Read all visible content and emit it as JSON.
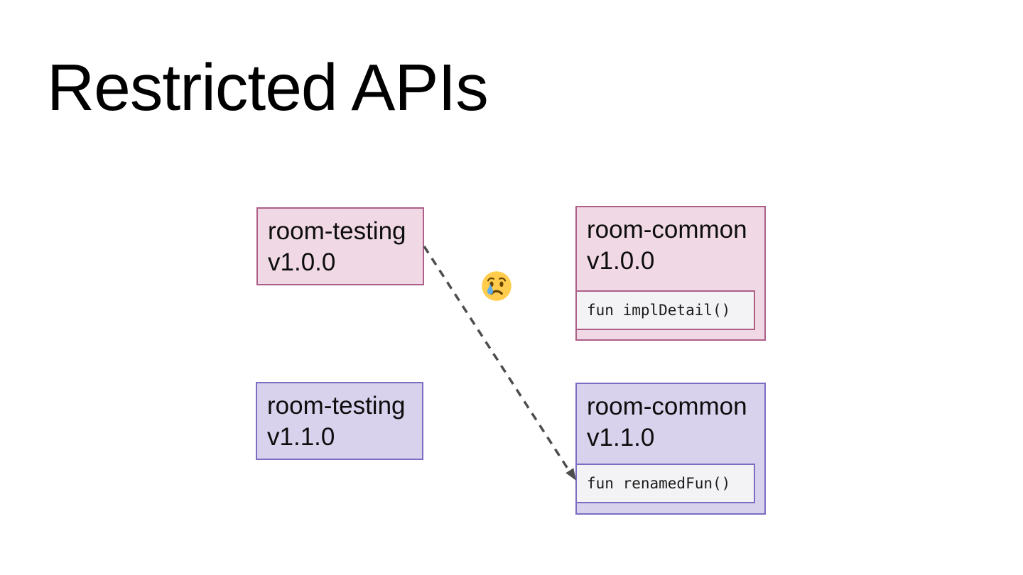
{
  "slide": {
    "title": "Restricted APIs"
  },
  "boxes": {
    "room_testing_v100": {
      "name": "room-testing",
      "version": "v1.0.0"
    },
    "room_common_v100": {
      "name": "room-common",
      "version": "v1.0.0",
      "api": "fun implDetail()"
    },
    "room_testing_v110": {
      "name": "room-testing",
      "version": "v1.1.0"
    },
    "room_common_v110": {
      "name": "room-common",
      "version": "v1.1.0",
      "api": "fun renamedFun()"
    }
  },
  "arrow": {
    "from": "room-testing v1.0.0",
    "to": "fun renamedFun()",
    "style": "dashed"
  },
  "emoji": {
    "name": "crying-face",
    "glyph": "😢"
  },
  "colors": {
    "pink_fill": "#f0d9e4",
    "pink_border": "#ad5f88",
    "purple_fill": "#d8d2ec",
    "purple_border": "#7d6cc2",
    "inner_fill": "#f3f2f4",
    "arrow": "#4d4d4d",
    "title_text": "#000000",
    "emoji_face": "#ffcc4d",
    "emoji_tear": "#5dadec"
  }
}
